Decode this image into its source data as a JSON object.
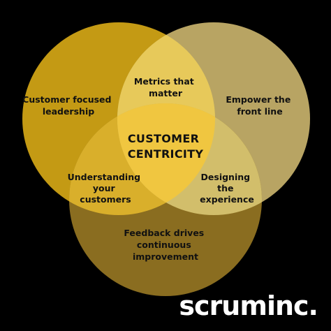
{
  "diagram": {
    "colors": {
      "background": "#000000",
      "circle_top_left": "#C49A14",
      "circle_top_right": "#B8A463",
      "circle_bottom": "#8A6D20",
      "overlap_top": "#E7C95A",
      "overlap_left": "#D9AF2B",
      "overlap_right": "#D2BE6B",
      "overlap_center": "#F0C640"
    },
    "labels": {
      "top_left": [
        "Customer focused",
        "leadership"
      ],
      "top_right": [
        "Empower the",
        "front line"
      ],
      "bottom": [
        "Feedback drives",
        "continuous",
        "improvement"
      ],
      "overlap_top": [
        "Metrics that",
        "matter"
      ],
      "overlap_left": [
        "Understanding",
        "your",
        "customers"
      ],
      "overlap_right": [
        "Designing",
        "the",
        "experience"
      ],
      "center": [
        "CUSTOMER",
        "CENTRICITY"
      ]
    }
  },
  "brand": {
    "logo_text": "scruminc."
  }
}
